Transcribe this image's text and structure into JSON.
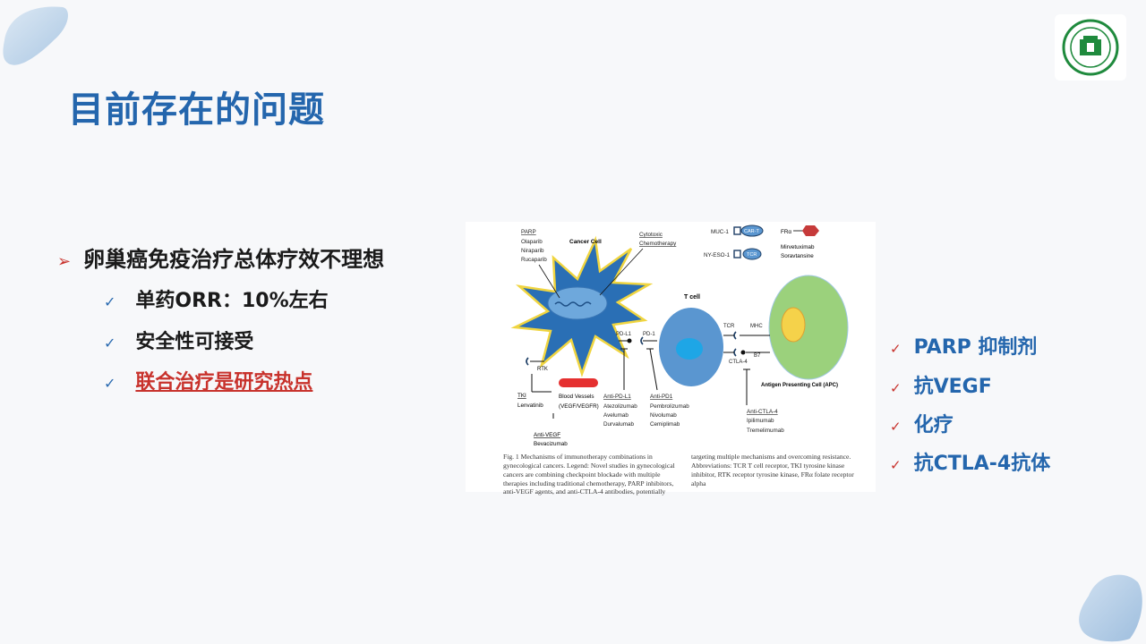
{
  "title": "目前存在的问题",
  "main_bullet": {
    "arrow": "➢",
    "text": "卵巢癌免疫治疗总体疗效不理想"
  },
  "sub_bullets": [
    {
      "check": "✓",
      "text": "单药ORR：10%左右"
    },
    {
      "check": "✓",
      "text": "安全性可接受"
    },
    {
      "check": "✓",
      "text": "联合治疗是研究热点"
    }
  ],
  "right_list": [
    {
      "check": "✓",
      "text": "PARP 抑制剂"
    },
    {
      "check": "✓",
      "text": "抗VEGF"
    },
    {
      "check": "✓",
      "text": "化疗"
    },
    {
      "check": "✓",
      "text": "抗CTLA-4抗体"
    }
  ],
  "figure": {
    "cancer_cell": "Cancer Cell",
    "parp_group": [
      "PARP",
      "Olaparib",
      "Niraparib",
      "Rucaparib"
    ],
    "cytotoxic": [
      "Cytotoxic",
      "Chemotherapy"
    ],
    "muc1": "MUC-1",
    "car_t": "CAR-T",
    "nyeso": "NY-ESO-1",
    "tcr_box": "TCR",
    "fra": "FRα",
    "fra_drugs": [
      "Mirvetuximab",
      "Soravtansine"
    ],
    "t_cell": "T cell",
    "pd_l1": "PD-L1",
    "pd_1": "PD-1",
    "tcr": "TCR",
    "mhc": "MHC",
    "ctla4": "CTLA-4",
    "b7": "B7",
    "apc": "Antigen Presenting Cell (APC)",
    "rtk": "RTK",
    "tki_group": [
      "TKI",
      "Lenvatinib"
    ],
    "blood_vessels": [
      "Blood Vessels",
      "(VEGF/VEGFR)"
    ],
    "anti_vegf": [
      "Anti-VEGF",
      "Bevacizumab"
    ],
    "anti_pdl1": [
      "Anti-PD-L1",
      "Atezolizumab",
      "Avelumab",
      "Durvalumab"
    ],
    "anti_pd1": [
      "Anti-PD1",
      "Pembrolizumab",
      "Nivolumab",
      "Cemiplimab"
    ],
    "anti_ctla4": [
      "Anti-CTLA-4",
      "Ipilimumab",
      "Tremelimumab"
    ],
    "caption": "Fig. 1  Mechanisms of immunotherapy combinations in gynecological cancers. Legend: Novel studies in gynecological cancers are combining checkpoint blockade with multiple therapies including traditional chemotherapy, PARP inhibitors, anti-VEGF agents, and anti-CTLA-4 antibodies, potentially targeting multiple mechanisms and overcoming resistance. Abbreviations: TCR T cell receptor, TKI tyrosine kinase inhibitor, RTK receptor tyrosine kinase, FRα folate receptor alpha"
  },
  "colors": {
    "title": "#2466ad",
    "accent_red": "#c8322c",
    "cancer_cell": "#2a6fb5",
    "t_cell": "#5a96d0",
    "apc": "#9bd17c",
    "apc_nucleus": "#f5d24a",
    "blood_vessel": "#e53030"
  }
}
